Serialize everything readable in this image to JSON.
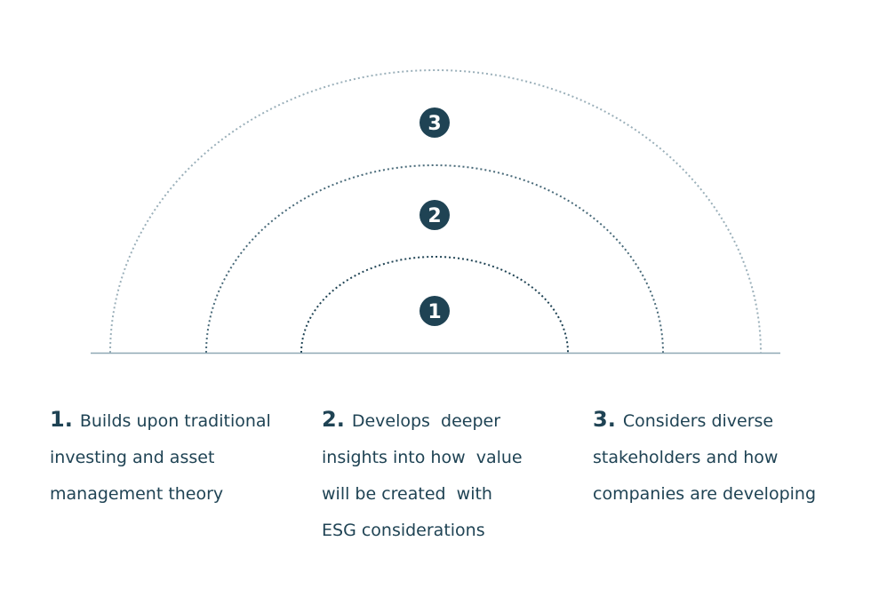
{
  "colors": {
    "text": "#1f4354",
    "badge": "#1f4354",
    "baseline": "#8fa8b4",
    "arc_inner": "#1f4354",
    "arc_middle": "#4a6b7a",
    "arc_outer": "#9bb0ba"
  },
  "badges": [
    "1",
    "2",
    "3"
  ],
  "captions": [
    {
      "number": "1.",
      "lines": [
        "Builds upon traditional",
        "investing and asset",
        "management theory"
      ]
    },
    {
      "number": "2.",
      "lines": [
        "Develops  deeper",
        "insights into how  value",
        "will be created  with",
        "ESG considerations"
      ]
    },
    {
      "number": "3.",
      "lines": [
        "Considers diverse",
        "stakeholders and how",
        "companies are developing"
      ]
    }
  ]
}
